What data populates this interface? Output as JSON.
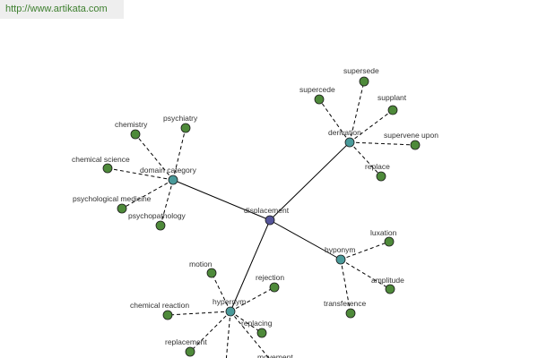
{
  "watermark": "http://www.artikata.com",
  "colors": {
    "center_node": "#55559a",
    "category_node": "#4a9a9a",
    "leaf_node": "#4e8a3a",
    "edge": "#000000",
    "watermark_bg": "#eeeeee",
    "watermark_text": "#3d7f2e"
  },
  "graph": {
    "center": {
      "label": "displacement"
    },
    "categories": [
      {
        "label": "derivation",
        "leaves": [
          "supersede",
          "supplant",
          "supervene upon",
          "replace",
          "supercede"
        ]
      },
      {
        "label": "domain category",
        "leaves": [
          "chemistry",
          "psychiatry",
          "chemical science",
          "psychological medicine",
          "psychopathology"
        ]
      },
      {
        "label": "hyponym",
        "leaves": [
          "luxation",
          "amplitude",
          "transference"
        ]
      },
      {
        "label": "hypernym",
        "leaves": [
          "motion",
          "rejection",
          "chemical reaction",
          "replacing",
          "replacement",
          "movement"
        ]
      }
    ]
  }
}
